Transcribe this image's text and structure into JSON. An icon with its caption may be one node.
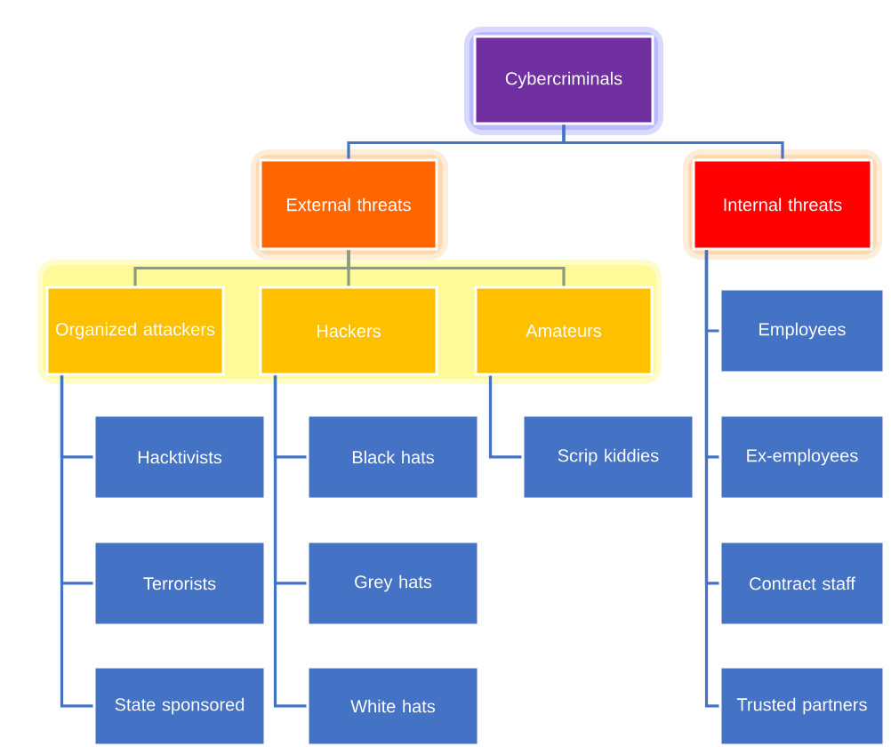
{
  "diagram": {
    "nodes": [
      {
        "text": [
          "Cybercriminals"
        ]
      },
      {
        "text": [
          "External threats"
        ]
      },
      {
        "text": [
          "Internal threats"
        ]
      },
      {
        "text": [
          "Organized attackers"
        ]
      },
      {
        "text": [
          "Hackers"
        ]
      },
      {
        "text": [
          "Amateurs"
        ]
      },
      {
        "text": [
          "Hacktivists"
        ]
      },
      {
        "text": [
          "Terrorists"
        ]
      },
      {
        "text": [
          "State sponsored"
        ]
      },
      {
        "text": [
          "Black hats"
        ]
      },
      {
        "text": [
          "Grey hats"
        ]
      },
      {
        "text": [
          "White hats"
        ]
      },
      {
        "text": [
          "Scrip kiddies"
        ]
      },
      {
        "text": [
          "Employees"
        ]
      },
      {
        "text": [
          "Ex-employees"
        ]
      },
      {
        "text": [
          "Contract staff"
        ]
      },
      {
        "text": [
          "Trusted partners"
        ]
      }
    ],
    "edges": [
      {
        "from": 0,
        "to": 1,
        "arrow": "none"
      },
      {
        "from": 0,
        "to": 2,
        "arrow": "none"
      },
      {
        "from": 1,
        "to": 3,
        "arrow": "none",
        "color": "#8c9a7e"
      },
      {
        "from": 1,
        "to": 4,
        "arrow": "none",
        "color": "#8c9a7e"
      },
      {
        "from": 1,
        "to": 5,
        "arrow": "none",
        "color": "#8c9a7e"
      },
      {
        "from": 3,
        "to": 6,
        "arrow": "none"
      },
      {
        "from": 3,
        "to": 7,
        "arrow": "none"
      },
      {
        "from": 3,
        "to": 8,
        "arrow": "none"
      },
      {
        "from": 4,
        "to": 9,
        "arrow": "none"
      },
      {
        "from": 4,
        "to": 10,
        "arrow": "none"
      },
      {
        "from": 4,
        "to": 11,
        "arrow": "none"
      },
      {
        "from": 5,
        "to": 12,
        "arrow": "none"
      },
      {
        "from": 2,
        "to": 13,
        "arrow": "none"
      },
      {
        "from": 2,
        "to": 14,
        "arrow": "none"
      },
      {
        "from": 2,
        "to": 15,
        "arrow": "none"
      },
      {
        "from": 2,
        "to": 16,
        "arrow": "none"
      }
    ]
  }
}
